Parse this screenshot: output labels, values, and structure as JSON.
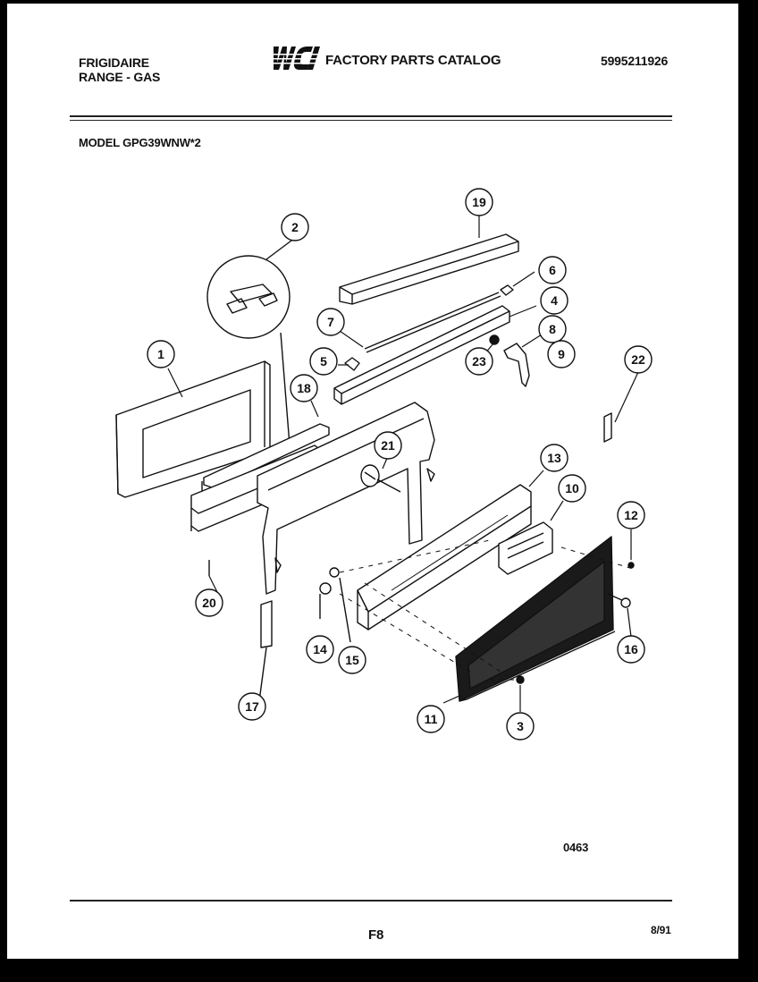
{
  "header": {
    "brand": "FRIGIDAIRE",
    "product": "RANGE - GAS",
    "logo_text": "WCI",
    "catalog_title": "FACTORY PARTS CATALOG",
    "catalog_number": "5995211926"
  },
  "model_label": "MODEL GPG39WNW*2",
  "diagram": {
    "drawing_number": "0463",
    "callouts": [
      {
        "id": "1",
        "label": "1"
      },
      {
        "id": "2",
        "label": "2"
      },
      {
        "id": "3",
        "label": "3"
      },
      {
        "id": "4",
        "label": "4"
      },
      {
        "id": "5",
        "label": "5"
      },
      {
        "id": "6",
        "label": "6"
      },
      {
        "id": "7",
        "label": "7"
      },
      {
        "id": "8",
        "label": "8"
      },
      {
        "id": "9",
        "label": "9"
      },
      {
        "id": "10",
        "label": "10"
      },
      {
        "id": "11",
        "label": "11"
      },
      {
        "id": "12",
        "label": "12"
      },
      {
        "id": "13",
        "label": "13"
      },
      {
        "id": "14",
        "label": "14"
      },
      {
        "id": "15",
        "label": "15"
      },
      {
        "id": "16",
        "label": "16"
      },
      {
        "id": "17",
        "label": "17"
      },
      {
        "id": "18",
        "label": "18"
      },
      {
        "id": "19",
        "label": "19"
      },
      {
        "id": "20",
        "label": "20"
      },
      {
        "id": "21",
        "label": "21"
      },
      {
        "id": "22",
        "label": "22"
      },
      {
        "id": "23",
        "label": "23"
      }
    ]
  },
  "footer": {
    "page_code": "F8",
    "date": "8/91"
  }
}
